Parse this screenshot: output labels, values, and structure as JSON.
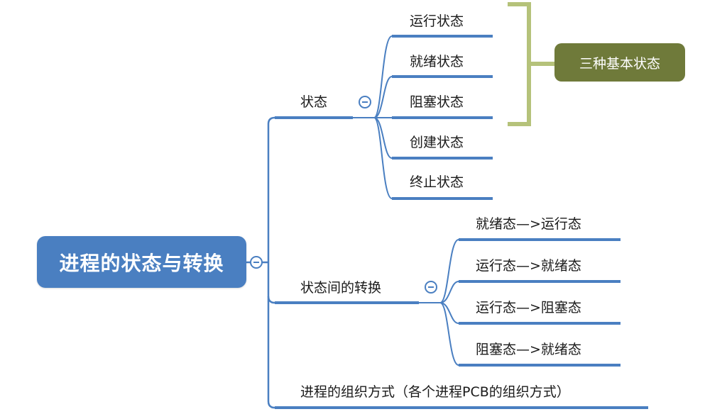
{
  "root": {
    "label": "进程的状态与转换"
  },
  "branches": {
    "states": {
      "label": "状态",
      "children": [
        "运行状态",
        "就绪状态",
        "阻塞状态",
        "创建状态",
        "终止状态"
      ]
    },
    "transitions": {
      "label": "状态间的转换",
      "children": [
        "就绪态—>运行态",
        "运行态—>就绪态",
        "运行态—>阻塞态",
        "阻塞态—>就绪态"
      ]
    },
    "organization": {
      "label": "进程的组织方式（各个进程PCB的组织方式）"
    }
  },
  "callout": {
    "label": "三种基本状态"
  },
  "colors": {
    "line": "#4a7fc1",
    "root_fill": "#4a7fc1",
    "callout_fill": "#6f7a3a",
    "bracket": "#b5c27a"
  }
}
